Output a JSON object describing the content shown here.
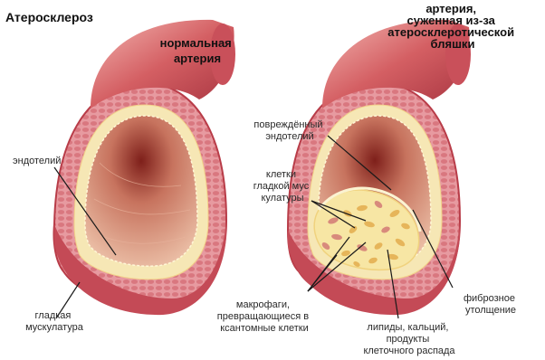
{
  "title": "Атеросклероз",
  "normal": {
    "heading": [
      "нормальная",
      "артерия"
    ],
    "labels": {
      "endothelium": "эндотелий",
      "smooth_muscle": [
        "гладкая",
        "мускулатура"
      ]
    }
  },
  "narrowed": {
    "heading": [
      "артерия,",
      "суженная из-за",
      "атеросклеротической",
      "бляшки"
    ],
    "labels": {
      "damaged_endothelium": [
        "повреждённый",
        "эндотелий"
      ],
      "smooth_muscle_cells": [
        "клетки",
        "гладкой мус",
        "кулатуры"
      ],
      "macrophages": [
        "макрофаги,",
        "превращающиеся в",
        "ксантомные клетки"
      ],
      "lipids": [
        "липиды, кальций,",
        "продукты",
        "клеточного распада"
      ],
      "fibrous": [
        "фиброзное",
        "утолщение"
      ]
    }
  },
  "colors": {
    "outer_wall": "#c24a56",
    "outer_wall_light": "#e9a3a8",
    "muscle": "#de8d92",
    "inner_layer": "#f4e6b6",
    "lumen": "#e0a68f",
    "lumen_dark": "#8b2a22",
    "plaque": "#f7e6a4",
    "plaque_cell": "#e6b55a",
    "leader": "#1a1a1a"
  }
}
